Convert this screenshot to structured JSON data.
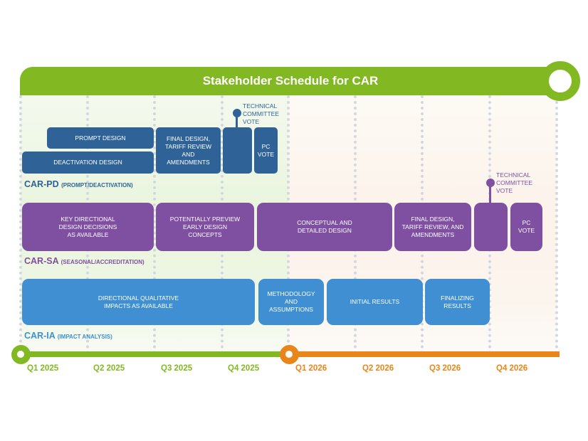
{
  "title": "Stakeholder Schedule for CAR",
  "colors": {
    "green": "#82b923",
    "orange": "#e8861a",
    "pd_blue": "#2f6397",
    "sa_purple": "#7f4fa1",
    "ia_blue": "#3f8fd2"
  },
  "quarters": {
    "year_2025": [
      "Q1 2025",
      "Q2 2025",
      "Q3 2025",
      "Q4 2025"
    ],
    "year_2026": [
      "Q1 2026",
      "Q2 2026",
      "Q3 2026",
      "Q4 2026"
    ]
  },
  "rows": {
    "pd": {
      "code": "CAR-PD",
      "name": "(PROMPT/DEACTIVATION)",
      "blocks": [
        "PROMPT DESIGN",
        "DEACTIVATION DESIGN",
        "FINAL DESIGN, TARIFF REVIEW AND AMENDMENTS",
        "",
        "PC VOTE"
      ],
      "milestone": "TECHNICAL COMMITTEE VOTE"
    },
    "sa": {
      "code": "CAR-SA",
      "name": "(SEASONAL/ACCREDITATION)",
      "blocks": [
        "KEY DIRECTIONAL DESIGN DECISIONS AS AVAILABLE",
        "POTENTIALLY PREVIEW EARLY DESIGN CONCEPTS",
        "CONCEPTUAL AND DETAILED DESIGN",
        "FINAL DESIGN, TARIFF REVIEW, AND AMENDMENTS",
        "",
        "PC VOTE"
      ],
      "milestone": "TECHNICAL COMMITTEE VOTE"
    },
    "ia": {
      "code": "CAR-IA",
      "name": "(IMPACT ANALYSIS)",
      "blocks": [
        "DIRECTIONAL QUALITATIVE IMPACTS AS AVAILABLE",
        "METHODOLOGY AND ASSUMPTIONS",
        "INITIAL RESULTS",
        "FINALIZING RESULTS"
      ]
    }
  }
}
